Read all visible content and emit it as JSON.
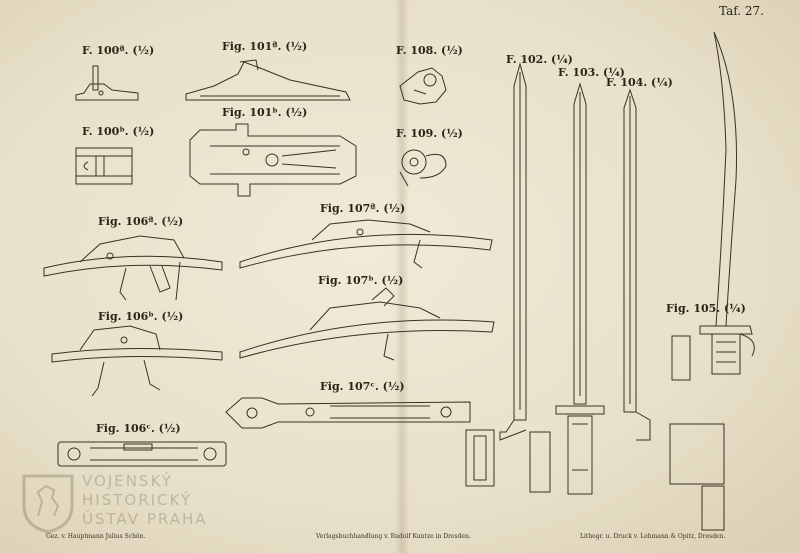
{
  "plate": {
    "title": "Taf. 27.",
    "footer_left": "Gez. v. Hauptmann Julius Schön.",
    "footer_center": "Verlagsbuchhandlung v. Rudolf Kuntze in Dresden.",
    "footer_right": "Lithogr. u. Druck v. Lehmann & Opitz, Dresden."
  },
  "figures": [
    {
      "id": "f100a",
      "label": "F. 100ª. (½)"
    },
    {
      "id": "f100b",
      "label": "F. 100ᵇ. (½)"
    },
    {
      "id": "f101a",
      "label": "Fig. 101ª. (½)"
    },
    {
      "id": "f101b",
      "label": "Fig. 101ᵇ. (½)"
    },
    {
      "id": "f108",
      "label": "F. 108. (½)"
    },
    {
      "id": "f109",
      "label": "F. 109. (½)"
    },
    {
      "id": "f106a",
      "label": "Fig. 106ª. (½)"
    },
    {
      "id": "f106b",
      "label": "Fig. 106ᵇ. (½)"
    },
    {
      "id": "f106c",
      "label": "Fig. 106ᶜ. (½)"
    },
    {
      "id": "f107a",
      "label": "Fig. 107ª. (½)"
    },
    {
      "id": "f107b",
      "label": "Fig. 107ᵇ. (½)"
    },
    {
      "id": "f107c",
      "label": "Fig. 107ᶜ. (½)"
    },
    {
      "id": "f102",
      "label": "F. 102. (¼)"
    },
    {
      "id": "f103",
      "label": "F. 103. (¼)"
    },
    {
      "id": "f104",
      "label": "F. 104. (¼)"
    },
    {
      "id": "f105",
      "label": "Fig. 105. (¼)"
    }
  ],
  "watermark": {
    "line1": "VOJENSKÝ",
    "line2": "HISTORICKÝ",
    "line3": "ÚSTAV PRAHA"
  },
  "colors": {
    "ink": "#3a3222",
    "paper": "#ede5d0"
  }
}
